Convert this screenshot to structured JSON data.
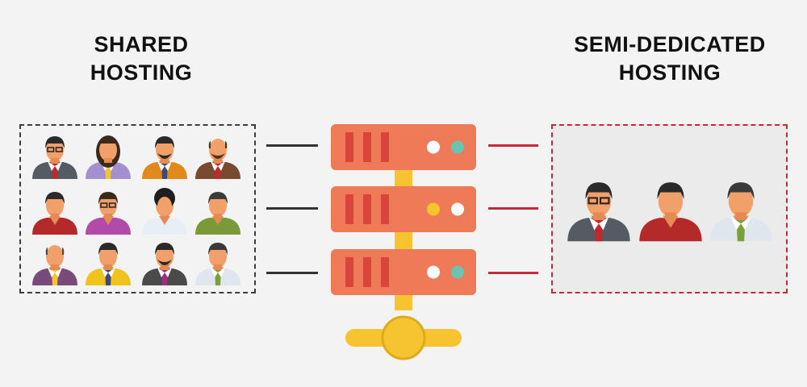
{
  "diagram": {
    "left": {
      "line1": "SHARED",
      "line2": "HOSTING",
      "accent": "#3d3d3d"
    },
    "right": {
      "line1": "SEMI-DEDICATED",
      "line2": "HOSTING",
      "accent": "#c8283c"
    },
    "server": {
      "body_color": "#ef7a58",
      "slot_color": "#d9453a",
      "base_color": "#f5c430",
      "units": [
        {
          "lights": [
            "#ffffff",
            "#6ac4b2"
          ]
        },
        {
          "lights": [
            "#f5c430",
            "#ffffff"
          ]
        },
        {
          "lights": [
            "#ffffff",
            "#6ac4b2"
          ]
        }
      ]
    },
    "left_users": [
      {
        "hair": "#2a2a2a",
        "shirt": "#555b63",
        "tie": "#c0282d",
        "glasses": true,
        "beard": false
      },
      {
        "hair": "#3a2a1e",
        "shirt": "#a48fcf",
        "tie": "#f5c430",
        "glasses": false,
        "beard": false,
        "long": true
      },
      {
        "hair": "#2a2a2a",
        "shirt": "#e08a1e",
        "tie": "#3b4a7a",
        "glasses": false,
        "beard": true
      },
      {
        "hair": "#4a3426",
        "shirt": "#7a4a30",
        "tie": "#c0282d",
        "glasses": false,
        "beard": true,
        "bald": true
      },
      {
        "hair": "#2a2a2a",
        "shirt": "#b42a2a",
        "tie": null,
        "glasses": false,
        "beard": false
      },
      {
        "hair": "#3a2a1e",
        "shirt": "#b14aa8",
        "tie": null,
        "glasses": true,
        "beard": false
      },
      {
        "hair": "#1e1e1e",
        "shirt": "#e8eef5",
        "tie": null,
        "glasses": false,
        "beard": false,
        "curly": true
      },
      {
        "hair": "#3b3b3b",
        "shirt": "#7a9a3a",
        "tie": null,
        "glasses": false,
        "beard": false
      },
      {
        "hair": "#4a4a4a",
        "shirt": "#7a4a7a",
        "tie": "#f5c430",
        "glasses": false,
        "beard": false,
        "bald": true
      },
      {
        "hair": "#2a2a2a",
        "shirt": "#f0c21c",
        "tie": "#3b4a7a",
        "glasses": false,
        "beard": false
      },
      {
        "hair": "#2a2a2a",
        "shirt": "#4a4a4a",
        "tie": "#a42a8a",
        "glasses": false,
        "beard": true
      },
      {
        "hair": "#3a3a3a",
        "shirt": "#dfe6ee",
        "tie": "#7aa03a",
        "glasses": false,
        "beard": false
      }
    ],
    "right_users": [
      {
        "hair": "#2a2a2a",
        "shirt": "#555b63",
        "tie": "#c0282d",
        "glasses": true,
        "beard": false
      },
      {
        "hair": "#2a2a2a",
        "shirt": "#b42a2a",
        "tie": null,
        "glasses": false,
        "beard": false
      },
      {
        "hair": "#3a3a3a",
        "shirt": "#dfe6ee",
        "tie": "#7aa03a",
        "glasses": false,
        "beard": false
      }
    ]
  }
}
